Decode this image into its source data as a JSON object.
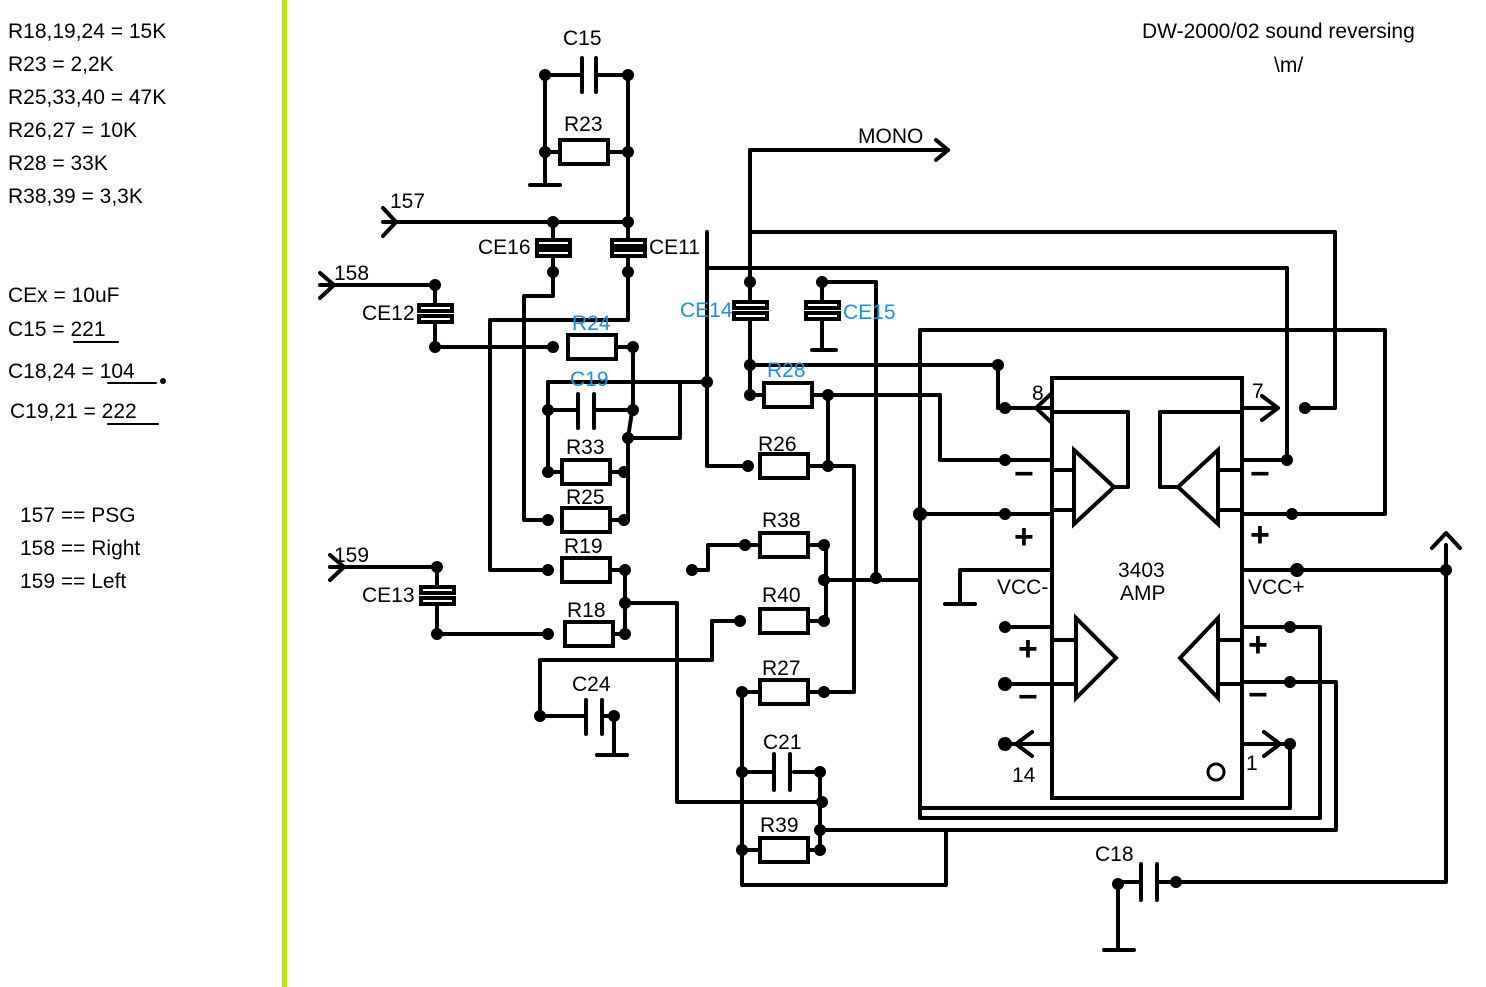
{
  "title": "DW-2000/02 sound reversing",
  "subtitle": "\\m/",
  "colors": {
    "divider": "#b5e61d",
    "blue_labels": "#1e90d6"
  },
  "notes": {
    "values": [
      "R18,19,24 = 15K",
      "R23 = 2,2K",
      "R25,33,40 = 47K",
      "R26,27 = 10K",
      "R28 = 33K",
      "R38,39 = 3,3K"
    ],
    "cex": "CEx = 10uF",
    "c15_prefix": "C15 = ",
    "c15_val": "221",
    "c18_prefix": "C18,24 = ",
    "c18_val": "104",
    "c19_prefix": "C19,21 = ",
    "c19_val": "222",
    "pins": [
      "157 == PSG",
      "158 == Right",
      "159 == Left"
    ]
  },
  "nets": {
    "in157": "157",
    "in158": "158",
    "in159": "159",
    "mono": "MONO"
  },
  "components": {
    "C15": "C15",
    "R23": "R23",
    "CE16": "CE16",
    "CE11": "CE11",
    "CE12": "CE12",
    "CE13": "CE13",
    "CE14": "CE14",
    "CE15": "CE15",
    "R24": "R24",
    "C19": "C19",
    "R33": "R33",
    "R25": "R25",
    "R19": "R19",
    "R18": "R18",
    "C24": "C24",
    "R28": "R28",
    "R26": "R26",
    "R38": "R38",
    "R40": "R40",
    "R27": "R27",
    "C21": "C21",
    "R39": "R39",
    "C18": "C18"
  },
  "ic": {
    "name": "3403",
    "sub": "AMP",
    "vcc_minus": "VCC-",
    "vcc_plus": "VCC+",
    "pin8": "8",
    "pin7": "7",
    "pin14": "14",
    "pin1": "1",
    "plus": "+",
    "minus": "−"
  }
}
